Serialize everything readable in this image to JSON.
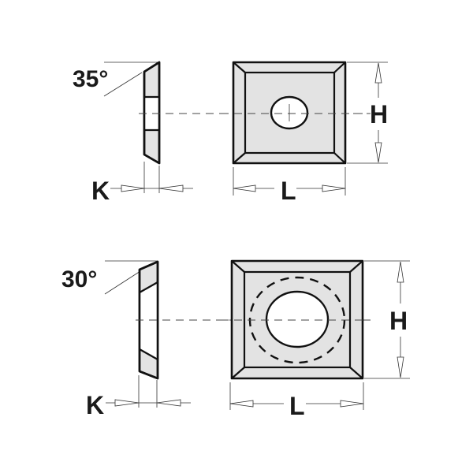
{
  "diagram": {
    "insert_top": {
      "angle_label": "35°",
      "height_label": "H",
      "length_label": "L",
      "thickness_label": "K",
      "hole_type": "plain-round"
    },
    "insert_bottom": {
      "angle_label": "30°",
      "height_label": "H",
      "length_label": "L",
      "thickness_label": "K",
      "hole_type": "countersunk-round"
    },
    "colors": {
      "fill": "#e3e3e3",
      "outline": "#111111",
      "background": "#ffffff"
    }
  }
}
